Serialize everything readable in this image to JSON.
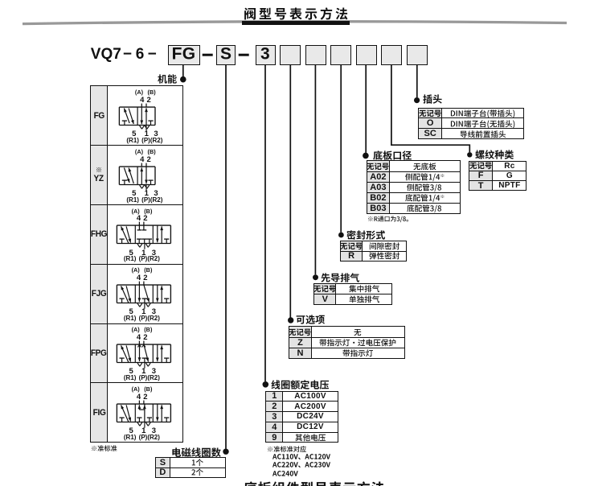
{
  "page": {
    "title": "阀型号表示方法",
    "bottom_caption": "底板组件型号表示方法"
  },
  "model_code": {
    "prefix": "VQ7−6−",
    "separator": "−",
    "segments": [
      {
        "code": "FG"
      },
      {
        "code": "S"
      },
      {
        "code": "3"
      },
      {
        "code": ""
      },
      {
        "code": ""
      },
      {
        "code": ""
      },
      {
        "code": ""
      },
      {
        "code": ""
      },
      {
        "code": ""
      }
    ]
  },
  "function_table": {
    "label": "机能",
    "footnote": "※准标准",
    "port_top_names": "(A) (B)",
    "port_top_numbers": "4 2",
    "port_bottom_numbers": "5 1 3",
    "port_bottom_names": "(R1) (P)(R2)",
    "rows": [
      {
        "code": "FG",
        "marker": "",
        "symbol": "pos2a"
      },
      {
        "code": "YZ",
        "marker": "※",
        "symbol": "pos2b"
      },
      {
        "code": "FHG",
        "marker": "",
        "symbol": "pos3closed"
      },
      {
        "code": "FJG",
        "marker": "",
        "symbol": "pos3exhaust"
      },
      {
        "code": "FPG",
        "marker": "",
        "symbol": "pos3pressure"
      },
      {
        "code": "FIG",
        "marker": "",
        "symbol": "pos3perfect"
      }
    ]
  },
  "spec_tables": [
    {
      "id": "coils",
      "label": "电磁线圈数",
      "bullet_side": "right",
      "rows": [
        [
          "S",
          "1个"
        ],
        [
          "D",
          "2个"
        ]
      ]
    },
    {
      "id": "voltage",
      "label": "线圈额定电压",
      "bullet_side": "left",
      "rows": [
        [
          "1",
          "AC100V"
        ],
        [
          "2",
          "AC200V"
        ],
        [
          "3",
          "DC24V"
        ],
        [
          "4",
          "DC12V"
        ],
        [
          "9",
          "其他电压"
        ]
      ],
      "footnote": "※准标准对应",
      "footnote_lines": [
        "AC110V、AC120V",
        "AC220V、AC230V",
        "AC240V"
      ]
    },
    {
      "id": "options",
      "label": "可选项",
      "bullet_side": "left",
      "rows": [
        [
          "无记号",
          "无"
        ],
        [
          "Z",
          "带指示灯·过电压保护"
        ],
        [
          "N",
          "带指示灯"
        ]
      ]
    },
    {
      "id": "pilot",
      "label": "先导排气",
      "bullet_side": "left",
      "rows": [
        [
          "无记号",
          "集中排气"
        ],
        [
          "V",
          "单独排气"
        ]
      ]
    },
    {
      "id": "seal",
      "label": "密封形式",
      "bullet_side": "left",
      "rows": [
        [
          "无记号",
          "间隙密封"
        ],
        [
          "R",
          "弹性密封"
        ]
      ]
    },
    {
      "id": "subplate",
      "label": "底板口径",
      "bullet_side": "left",
      "rows": [
        [
          "无记号",
          "无底板"
        ],
        [
          "A02",
          "侧配管1/4※"
        ],
        [
          "A03",
          "侧配管3/8"
        ],
        [
          "B02",
          "底配管1/4※"
        ],
        [
          "B03",
          "底配管3/8"
        ]
      ],
      "footnote": "※R通口为3/8。"
    },
    {
      "id": "plug",
      "label": "插头",
      "bullet_side": "left",
      "rows": [
        [
          "无记号",
          "DIN端子台(带插头)"
        ],
        [
          "O",
          "DIN端子台(无插头)"
        ],
        [
          "SC",
          "导线前置插头"
        ]
      ]
    },
    {
      "id": "thread",
      "label": "螺纹种类",
      "bullet_side": "left",
      "rows": [
        [
          "无记号",
          "Rc"
        ],
        [
          "F",
          "G"
        ],
        [
          "T",
          "NPTF"
        ]
      ]
    }
  ]
}
